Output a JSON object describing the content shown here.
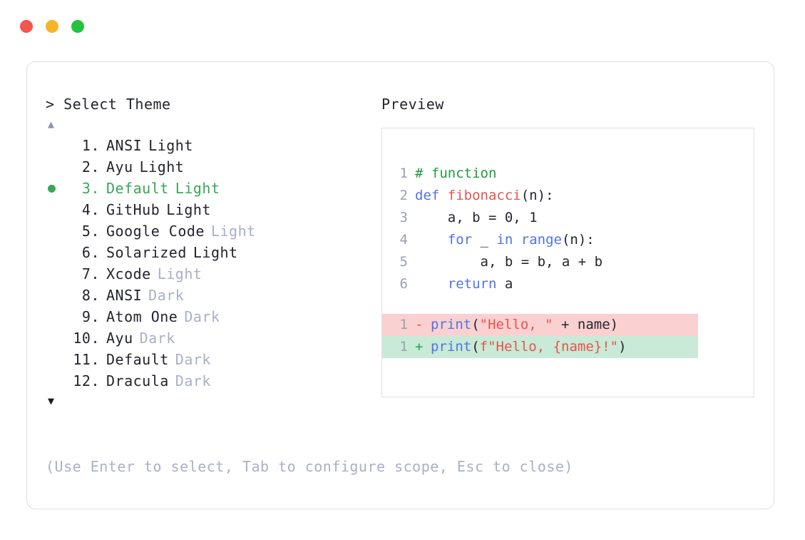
{
  "window": {
    "traffic_lights": [
      {
        "name": "close",
        "color": "#f2564f"
      },
      {
        "name": "minimize",
        "color": "#f6b528"
      },
      {
        "name": "maximize",
        "color": "#22c23e"
      }
    ]
  },
  "picker": {
    "prompt": "> Select Theme",
    "scroll_up_glyph": "▲",
    "scroll_down_glyph": "▼",
    "selected_index": 3,
    "items": [
      {
        "index": "1.",
        "name": "ANSI",
        "variant": "Light",
        "variant_muted": false,
        "selected": false
      },
      {
        "index": "2.",
        "name": "Ayu",
        "variant": "Light",
        "variant_muted": false,
        "selected": false
      },
      {
        "index": "3.",
        "name": "Default",
        "variant": "Light",
        "variant_muted": false,
        "selected": true
      },
      {
        "index": "4.",
        "name": "GitHub",
        "variant": "Light",
        "variant_muted": false,
        "selected": false
      },
      {
        "index": "5.",
        "name": "Google Code",
        "variant": "Light",
        "variant_muted": true,
        "selected": false
      },
      {
        "index": "6.",
        "name": "Solarized",
        "variant": "Light",
        "variant_muted": false,
        "selected": false
      },
      {
        "index": "7.",
        "name": "Xcode",
        "variant": "Light",
        "variant_muted": true,
        "selected": false
      },
      {
        "index": "8.",
        "name": "ANSI",
        "variant": "Dark",
        "variant_muted": true,
        "selected": false
      },
      {
        "index": "9.",
        "name": "Atom One",
        "variant": "Dark",
        "variant_muted": true,
        "selected": false
      },
      {
        "index": "10.",
        "name": "Ayu",
        "variant": "Dark",
        "variant_muted": true,
        "selected": false
      },
      {
        "index": "11.",
        "name": "Default",
        "variant": "Dark",
        "variant_muted": true,
        "selected": false
      },
      {
        "index": "12.",
        "name": "Dracula",
        "variant": "Dark",
        "variant_muted": true,
        "selected": false
      }
    ]
  },
  "preview": {
    "title": "Preview",
    "code_lines": [
      {
        "no": "1",
        "tokens": [
          {
            "t": "# function",
            "c": "comment"
          }
        ]
      },
      {
        "no": "2",
        "tokens": [
          {
            "t": "def ",
            "c": "kw"
          },
          {
            "t": "fibonacci",
            "c": "fn"
          },
          {
            "t": "(n):",
            "c": "punct"
          }
        ]
      },
      {
        "no": "3",
        "tokens": [
          {
            "t": "    a, b = 0, 1",
            "c": "plain"
          }
        ]
      },
      {
        "no": "4",
        "tokens": [
          {
            "t": "    ",
            "c": "plain"
          },
          {
            "t": "for",
            "c": "kw"
          },
          {
            "t": " _ ",
            "c": "plain"
          },
          {
            "t": "in",
            "c": "kw"
          },
          {
            "t": " ",
            "c": "plain"
          },
          {
            "t": "range",
            "c": "builtin"
          },
          {
            "t": "(n):",
            "c": "punct"
          }
        ]
      },
      {
        "no": "5",
        "tokens": [
          {
            "t": "        a, b = b, a + b",
            "c": "plain"
          }
        ]
      },
      {
        "no": "6",
        "tokens": [
          {
            "t": "    ",
            "c": "plain"
          },
          {
            "t": "return",
            "c": "kw"
          },
          {
            "t": " a",
            "c": "plain"
          }
        ]
      }
    ],
    "diff_lines": [
      {
        "no": "1",
        "kind": "del",
        "sign": "-",
        "tokens": [
          {
            "t": "print",
            "c": "builtin"
          },
          {
            "t": "(",
            "c": "punct"
          },
          {
            "t": "\"Hello, \"",
            "c": "str"
          },
          {
            "t": " + name)",
            "c": "plain"
          }
        ]
      },
      {
        "no": "1",
        "kind": "add",
        "sign": "+",
        "tokens": [
          {
            "t": "print",
            "c": "builtin"
          },
          {
            "t": "(",
            "c": "punct"
          },
          {
            "t": "f\"Hello, {name}!\"",
            "c": "str"
          },
          {
            "t": ")",
            "c": "punct"
          }
        ]
      }
    ]
  },
  "footer": {
    "hint": "(Use Enter to select, Tab to configure scope, Esc to close)"
  }
}
